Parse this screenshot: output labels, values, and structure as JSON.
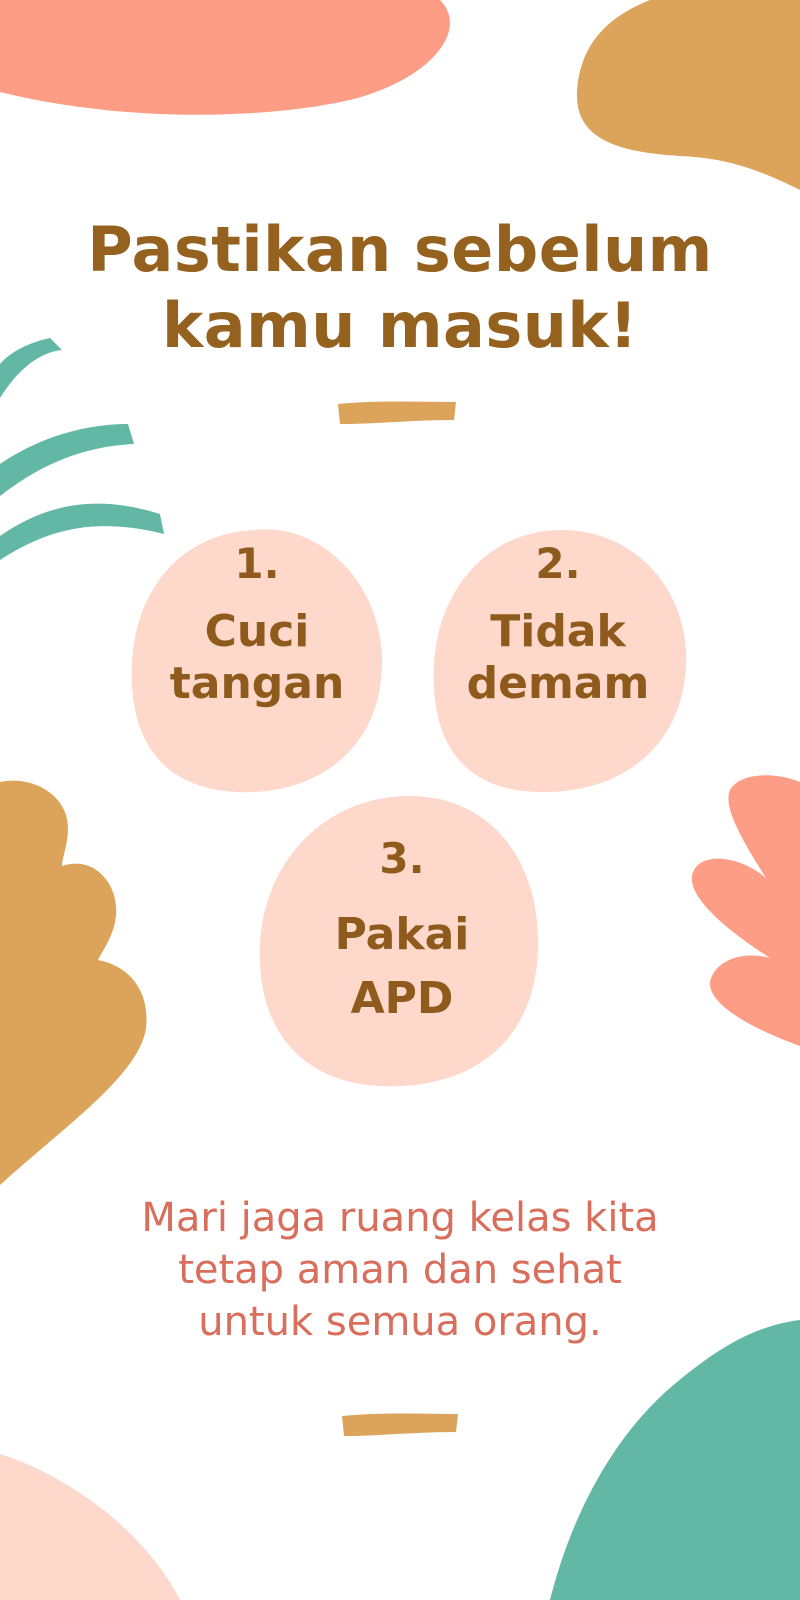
{
  "title": {
    "line1": "Pastikan sebelum",
    "line2": "kamu masuk!"
  },
  "steps": [
    {
      "number": "1.",
      "line1": "Cuci",
      "line2": "tangan"
    },
    {
      "number": "2.",
      "line1": "Tidak",
      "line2": "demam"
    },
    {
      "number": "3.",
      "line1": "Pakai",
      "line2": "APD"
    }
  ],
  "footer": {
    "line1": "Mari jaga ruang kelas kita",
    "line2": "tetap aman dan sehat",
    "line3": "untuk semua orang."
  },
  "colors": {
    "title": "#95611f",
    "steps_text": "#8f5b1c",
    "footer_text": "#d86e5b",
    "blob_fill": "#fdd8cb",
    "salmon": "#fd9d86",
    "mustard": "#dca35b",
    "teal": "#62b8a5",
    "light_peach": "#fdd8cb"
  }
}
